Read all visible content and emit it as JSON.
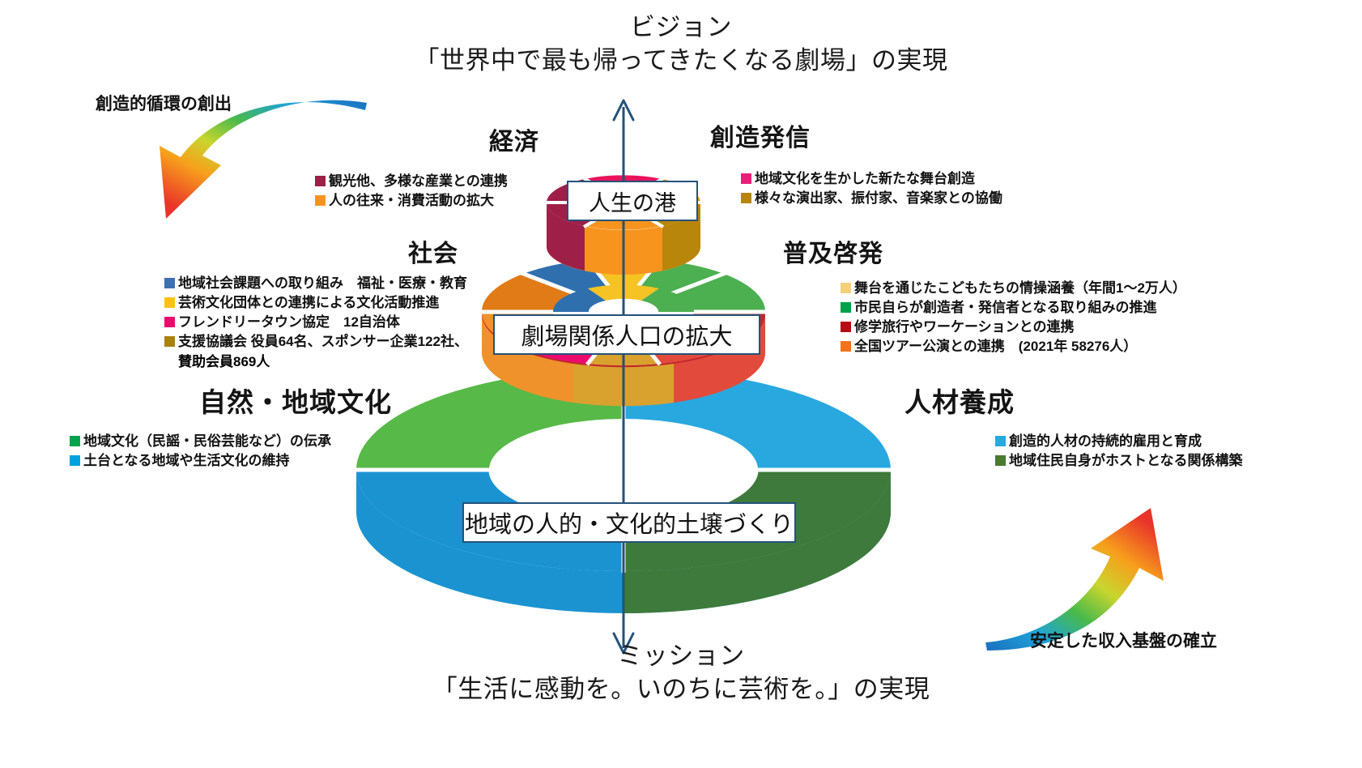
{
  "vision": {
    "label": "ビジョン",
    "text": "「世界中で最も帰ってきたくなる劇場」の実現"
  },
  "mission": {
    "label": "ミッション",
    "text": "「生活に感動を。いのちに芸術を。」の実現"
  },
  "callouts": {
    "port": "人生の港",
    "population": "劇場関係人口の拡大",
    "soil": "地域の人的・文化的土壌づくり"
  },
  "corner_arrows": {
    "top_left": "創造的循環の創出",
    "bottom_right": "安定した収入基盤の確立"
  },
  "sectors": [
    {
      "id": "economy",
      "title": "経済",
      "side": "left",
      "items": [
        {
          "color": "#9e1f47",
          "text": "観光他、多様な産業との連携"
        },
        {
          "color": "#f7941e",
          "text": "人の往来・消費活動の拡大"
        }
      ]
    },
    {
      "id": "creative-transmission",
      "title": "創造発信",
      "side": "right",
      "items": [
        {
          "color": "#ec1e79",
          "text": "地域文化を生かした新たな舞台創造"
        },
        {
          "color": "#b8860b",
          "text": "様々な演出家、振付家、音楽家との協働"
        }
      ]
    },
    {
      "id": "society",
      "title": "社会",
      "side": "left",
      "items": [
        {
          "color": "#3d6fb4",
          "text": "地域社会課題への取り組み　福祉・医療・教育"
        },
        {
          "color": "#ffc20e",
          "text": "芸術文化団体との連携による文化活動推進"
        },
        {
          "color": "#ec0a6e",
          "text": "フレンドリータウン協定　12自治体"
        },
        {
          "color": "#a8820c",
          "text": "支援協議会 役員64名、スポンサー企業122社、",
          "sub": "賛助会員869人"
        }
      ]
    },
    {
      "id": "outreach",
      "title": "普及啓発",
      "side": "right",
      "items": [
        {
          "color": "#f5cf7a",
          "text": "舞台を通じたこどもたちの情操涵養（年間1〜2万人）"
        },
        {
          "color": "#00a14b",
          "text": "市民自らが創造者・発信者となる取り組みの推進"
        },
        {
          "color": "#b50d15",
          "text": "修学旅行やワーケーションとの連携"
        },
        {
          "color": "#f4731c",
          "text": "全国ツアー公演との連携　(2021年 58276人）"
        }
      ]
    },
    {
      "id": "nature-local-culture",
      "title": "自然・地域文化",
      "side": "left",
      "items": [
        {
          "color": "#00a14b",
          "text": "地域文化（民謡・民俗芸能など）の伝承"
        },
        {
          "color": "#00a3e0",
          "text": "土台となる地域や生活文化の維持"
        }
      ]
    },
    {
      "id": "human-resource-development",
      "title": "人材養成",
      "side": "right",
      "items": [
        {
          "color": "#29a8e0",
          "text": "創造的人材の持続的雇用と育成"
        },
        {
          "color": "#4b7a32",
          "text": "地域住民自身がホストとなる関係構築"
        }
      ]
    }
  ],
  "chart_data": {
    "type": "pie",
    "title": "劇場の価値循環モデル（3層ドーナツ）",
    "rings": [
      {
        "name": "人生の港（上層）",
        "radius_px": 95,
        "slices": [
          {
            "label": "観光他、多様な産業との連携",
            "color": "#9e1f47",
            "value": 25
          },
          {
            "label": "地域文化を生かした新たな舞台創造",
            "color": "#ec1e79",
            "value": 25
          },
          {
            "label": "様々な演出家、振付家、音楽家との協働",
            "color": "#b8860b",
            "value": 25
          },
          {
            "label": "人の往来・消費活動の拡大",
            "color": "#f7941e",
            "value": 25
          }
        ]
      },
      {
        "name": "劇場関係人口の拡大（中層）",
        "radius_px": 175,
        "slices": [
          {
            "label": "地域社会課題への取り組み　福祉・医療・教育",
            "color": "#3d6fb4",
            "value": 12.5
          },
          {
            "label": "芸術文化団体との連携による文化活動推進",
            "color": "#ffc20e",
            "value": 12.5
          },
          {
            "label": "市民自らが創造者・発信者となる取り組みの推進",
            "color": "#4caf50",
            "value": 12.5
          },
          {
            "label": "修学旅行やワーケーションとの連携",
            "color": "#c1272d",
            "value": 12.5
          },
          {
            "label": "全国ツアー公演との連携",
            "color": "#f4731c",
            "value": 12.5
          },
          {
            "label": "舞台を通じたこどもたちの情操涵養",
            "color": "#e8b84b",
            "value": 12.5
          },
          {
            "label": "フレンドリータウン協定　12自治体",
            "color": "#ec0a6e",
            "value": 12.5
          },
          {
            "label": "支援協議会 役員64名",
            "color": "#f7941e",
            "value": 12.5
          }
        ]
      },
      {
        "name": "地域の人的・文化的土壌づくり（下層）",
        "radius_px": 330,
        "slices": [
          {
            "label": "地域文化（民謡・民俗芸能など）の伝承",
            "color": "#57b947",
            "value": 25
          },
          {
            "label": "創造的人材の持続的雇用と育成",
            "color": "#29a8e0",
            "value": 25
          },
          {
            "label": "地域住民自身がホストとなる関係構築",
            "color": "#3e7a3b",
            "value": 25
          },
          {
            "label": "土台となる地域や生活文化の維持",
            "color": "#1b93d1",
            "value": 25
          }
        ]
      }
    ],
    "axis": {
      "label_top": "ビジョン",
      "label_bottom": "ミッション",
      "direction": "bidirectional-vertical"
    },
    "legend_position": "both-sides"
  }
}
